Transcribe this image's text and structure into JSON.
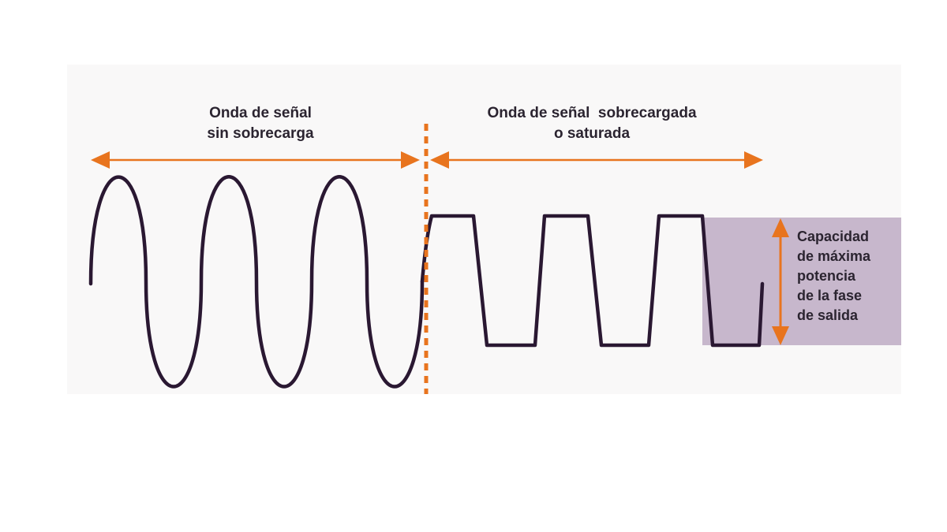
{
  "colors": {
    "panel_background": "#f9f8f8",
    "wave": "#2a1832",
    "arrow": "#e8741e",
    "divider": "#e8741e",
    "capacity_band": "#c7b7cc"
  },
  "labels": {
    "clean_wave": {
      "line1": "Onda de señal",
      "line2": "sin sobrecarga"
    },
    "overloaded_wave": {
      "line1": "Onda de señal  sobrecargada",
      "line2": "o saturada"
    },
    "capacity": {
      "line1": "Capacidad",
      "line2": "de máxima",
      "line3": "potencia",
      "line4": "de la fase",
      "line5": "de salida"
    }
  },
  "icons": {
    "left_span": "double-headed-arrow",
    "right_span": "double-headed-arrow",
    "capacity_span": "vertical-double-headed-arrow"
  }
}
